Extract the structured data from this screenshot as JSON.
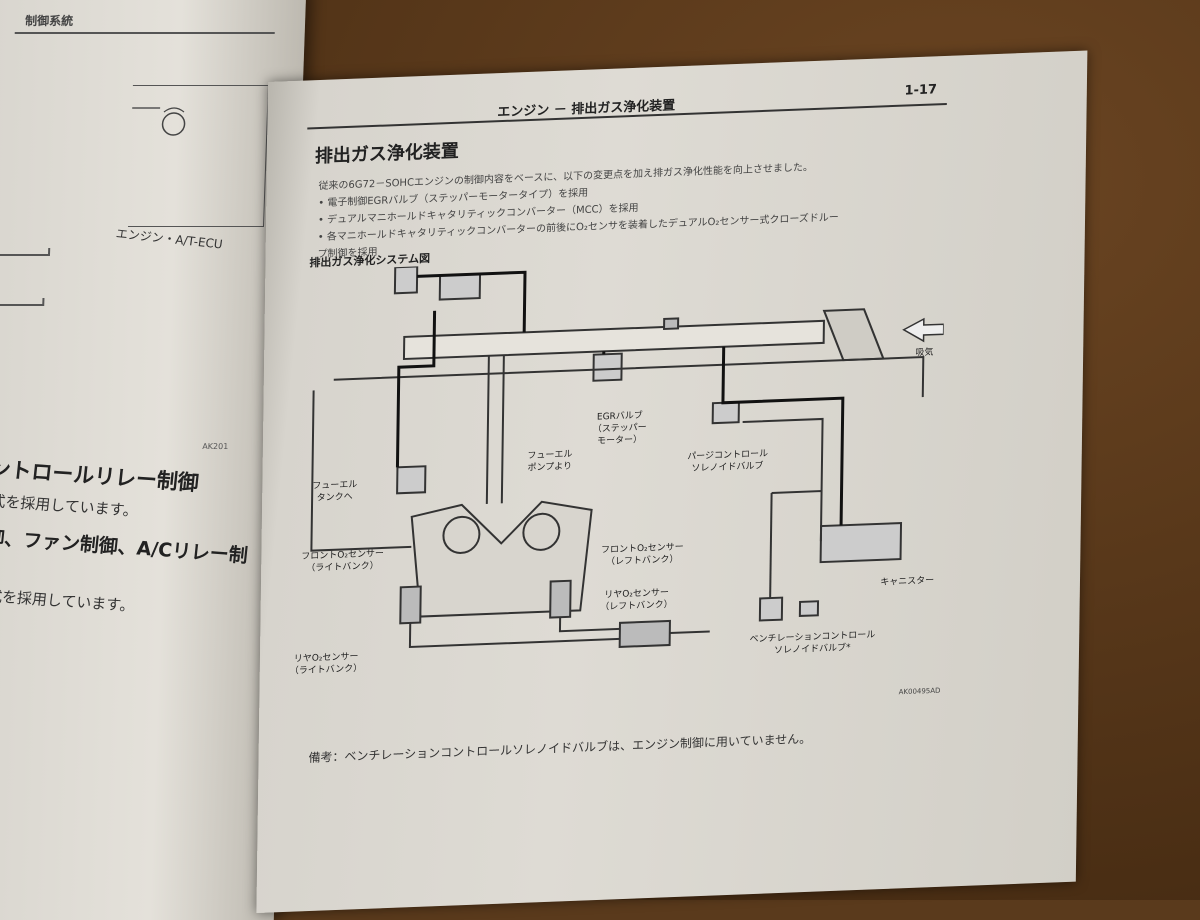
{
  "left_page": {
    "header": "制御系統",
    "ecu_label": "エンジン・A/T-ECU",
    "fig_ref": "AK201",
    "heading": "ントロールリレー制御",
    "text1": "式を採用しています。",
    "text2": "御、ファン制御、A/Cリレー制",
    "text3": "式を採用しています。"
  },
  "right_page": {
    "header": "エンジン － 排出ガス浄化装置",
    "page_number": "1-17",
    "title": "排出ガス浄化装置",
    "intro": [
      "従来の6G72－SOHCエンジンの制御内容をベースに、以下の変更点を加え排ガス浄化性能を向上させました。",
      "• 電子制御EGRバルブ（ステッパーモータータイプ）を採用",
      "• デュアルマニホールドキャタリティックコンバーター（MCC）を採用",
      "• 各マニホールドキャタリティックコンバーターの前後にO₂センサを装着したデュアルO₂センサー式クローズドルー",
      "  プ制御を採用"
    ],
    "figure_title": "排出ガス浄化システム図",
    "labels": {
      "intake": "吸気",
      "egr_valve": "EGRバルブ\n（ステッパー\nモーター）",
      "fuel_from_pump": "フューエル\nポンプより",
      "fuel_to_tank": "フューエル\nタンクへ",
      "purge_valve": "パージコントロール\nソレノイドバルブ",
      "front_o2_right": "フロントO₂センサー\n（ライトバンク）",
      "front_o2_left": "フロントO₂センサー\n（レフトバンク）",
      "rear_o2_left": "リヤO₂センサー\n（レフトバンク）",
      "rear_o2_right": "リヤO₂センサー\n（ライトバンク）",
      "canister": "キャニスター",
      "vent_valve": "ベンチレーションコントロール\nソレノイドバルブ*"
    },
    "fig_ref": "AK00495AD",
    "note": "備考：ベンチレーションコントロールソレノイドバルブは、エンジン制御に用いていません。"
  }
}
